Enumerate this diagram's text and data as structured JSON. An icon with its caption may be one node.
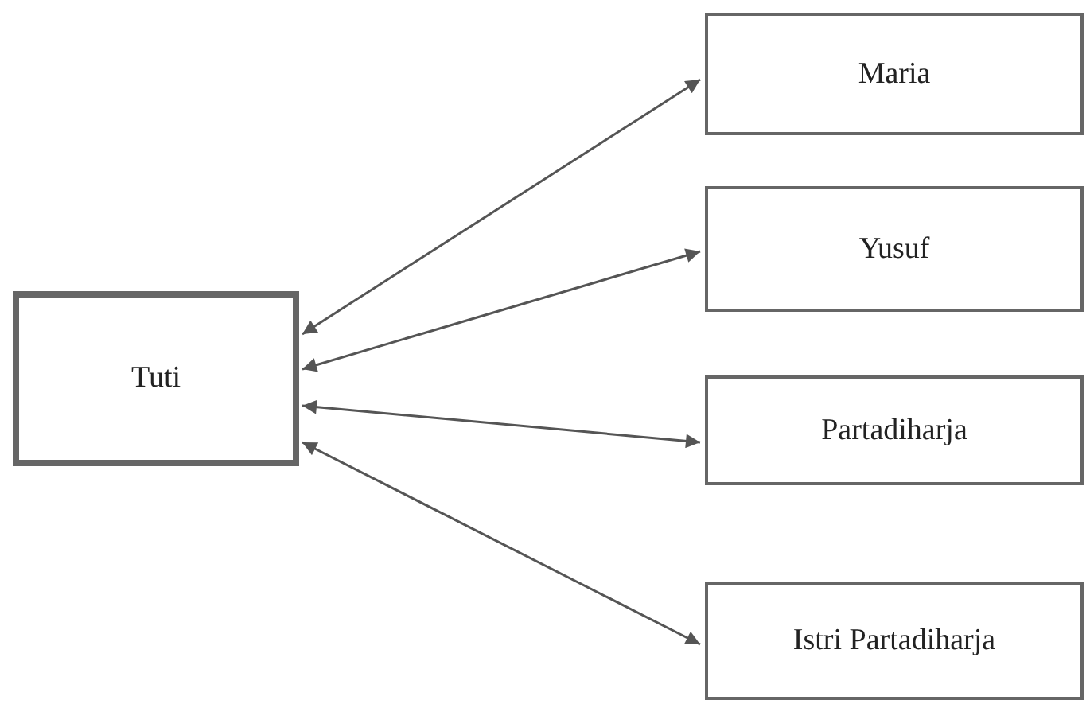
{
  "diagram": {
    "nodes": [
      {
        "text": [
          "Tuti"
        ]
      },
      {
        "text": [
          "Maria"
        ]
      },
      {
        "text": [
          "Yusuf"
        ]
      },
      {
        "text": [
          "Partadiharja"
        ]
      },
      {
        "text": [
          "Istri Partadiharja"
        ]
      }
    ],
    "edges": [
      {
        "from": 0,
        "to": 1,
        "arrow": "both"
      },
      {
        "from": 0,
        "to": 2,
        "arrow": "both"
      },
      {
        "from": 0,
        "to": 3,
        "arrow": "both"
      },
      {
        "from": 0,
        "to": 4,
        "arrow": "both"
      }
    ]
  }
}
